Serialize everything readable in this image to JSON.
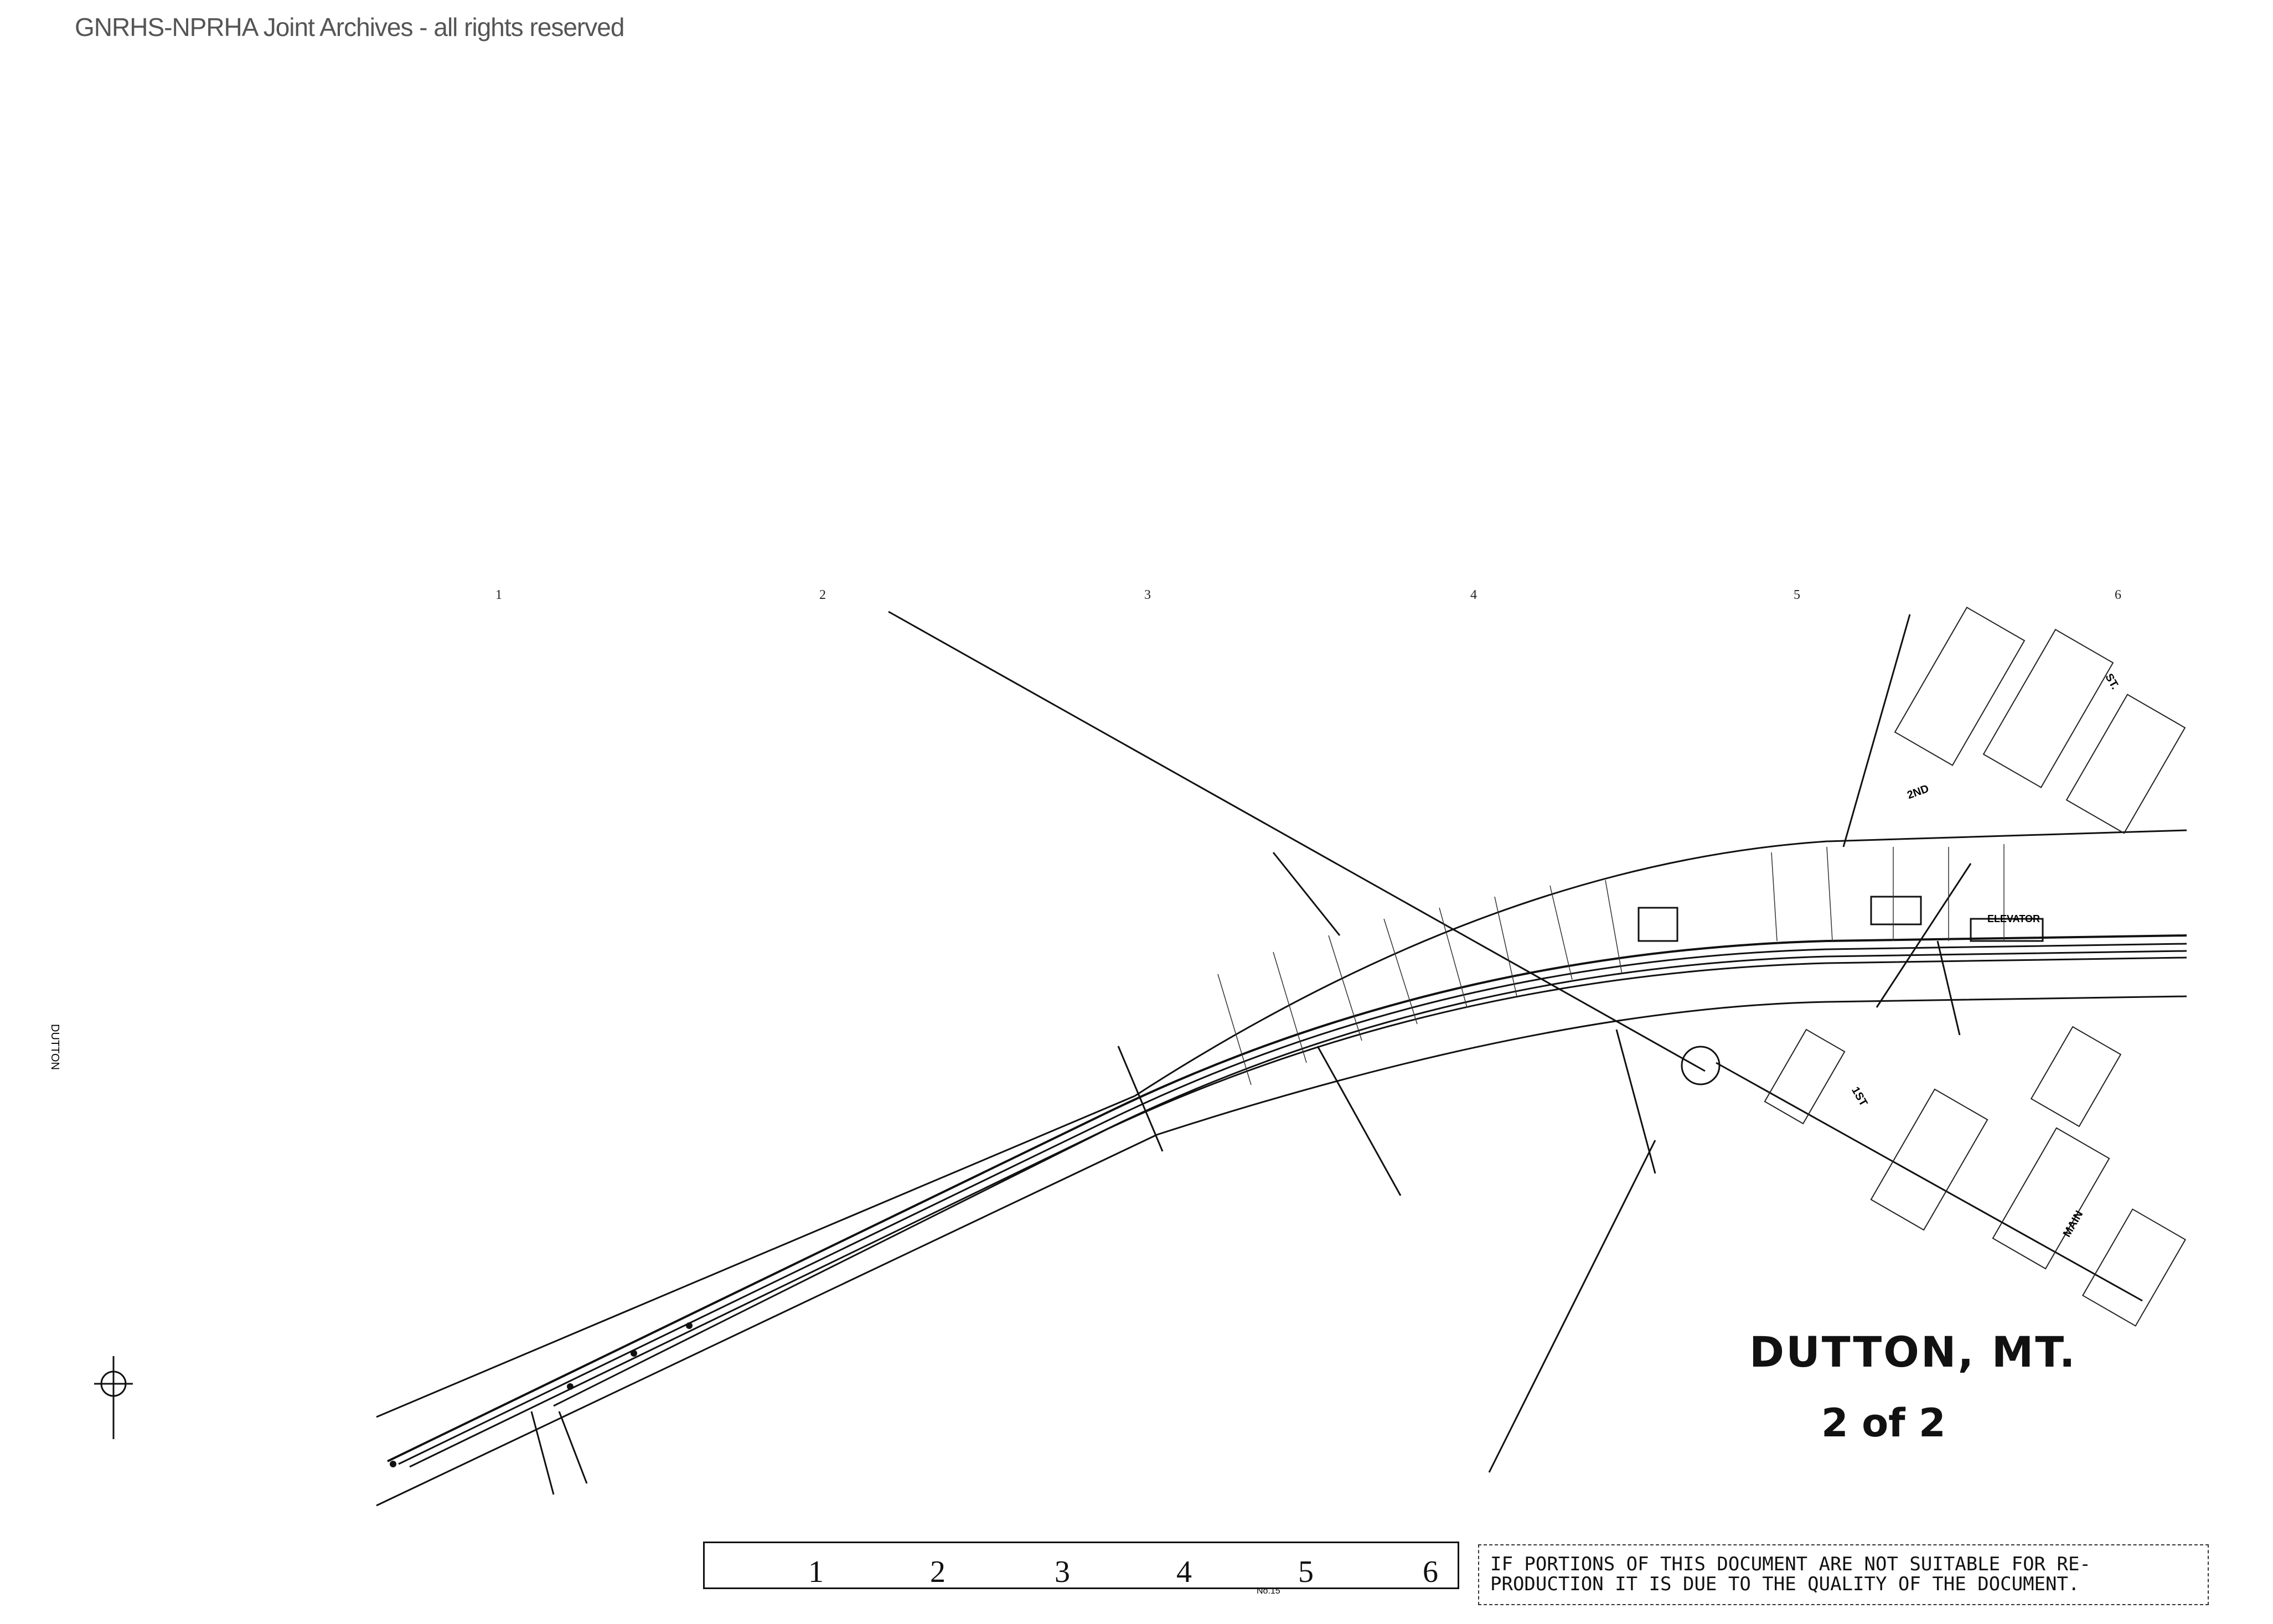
{
  "watermark": "GNRHS-NPRHA Joint Archives - all rights reserved",
  "map": {
    "grid_numbers": [
      "1",
      "2",
      "3",
      "4",
      "5",
      "6"
    ],
    "title": "DUTTON, MT.",
    "sheet": "2 of 2",
    "side_label": "DUTTON",
    "street_labels": [
      "2ND",
      "ST.",
      "1ST",
      "MAIN",
      "ELEVATOR"
    ]
  },
  "ruler": {
    "numbers": [
      "1",
      "2",
      "3",
      "4",
      "5",
      "6"
    ],
    "model": "No.15"
  },
  "notice": {
    "line1": "IF PORTIONS OF THIS DOCUMENT ARE NOT SUITABLE FOR RE-",
    "line2": "PRODUCTION IT IS DUE TO THE QUALITY OF THE DOCUMENT."
  }
}
